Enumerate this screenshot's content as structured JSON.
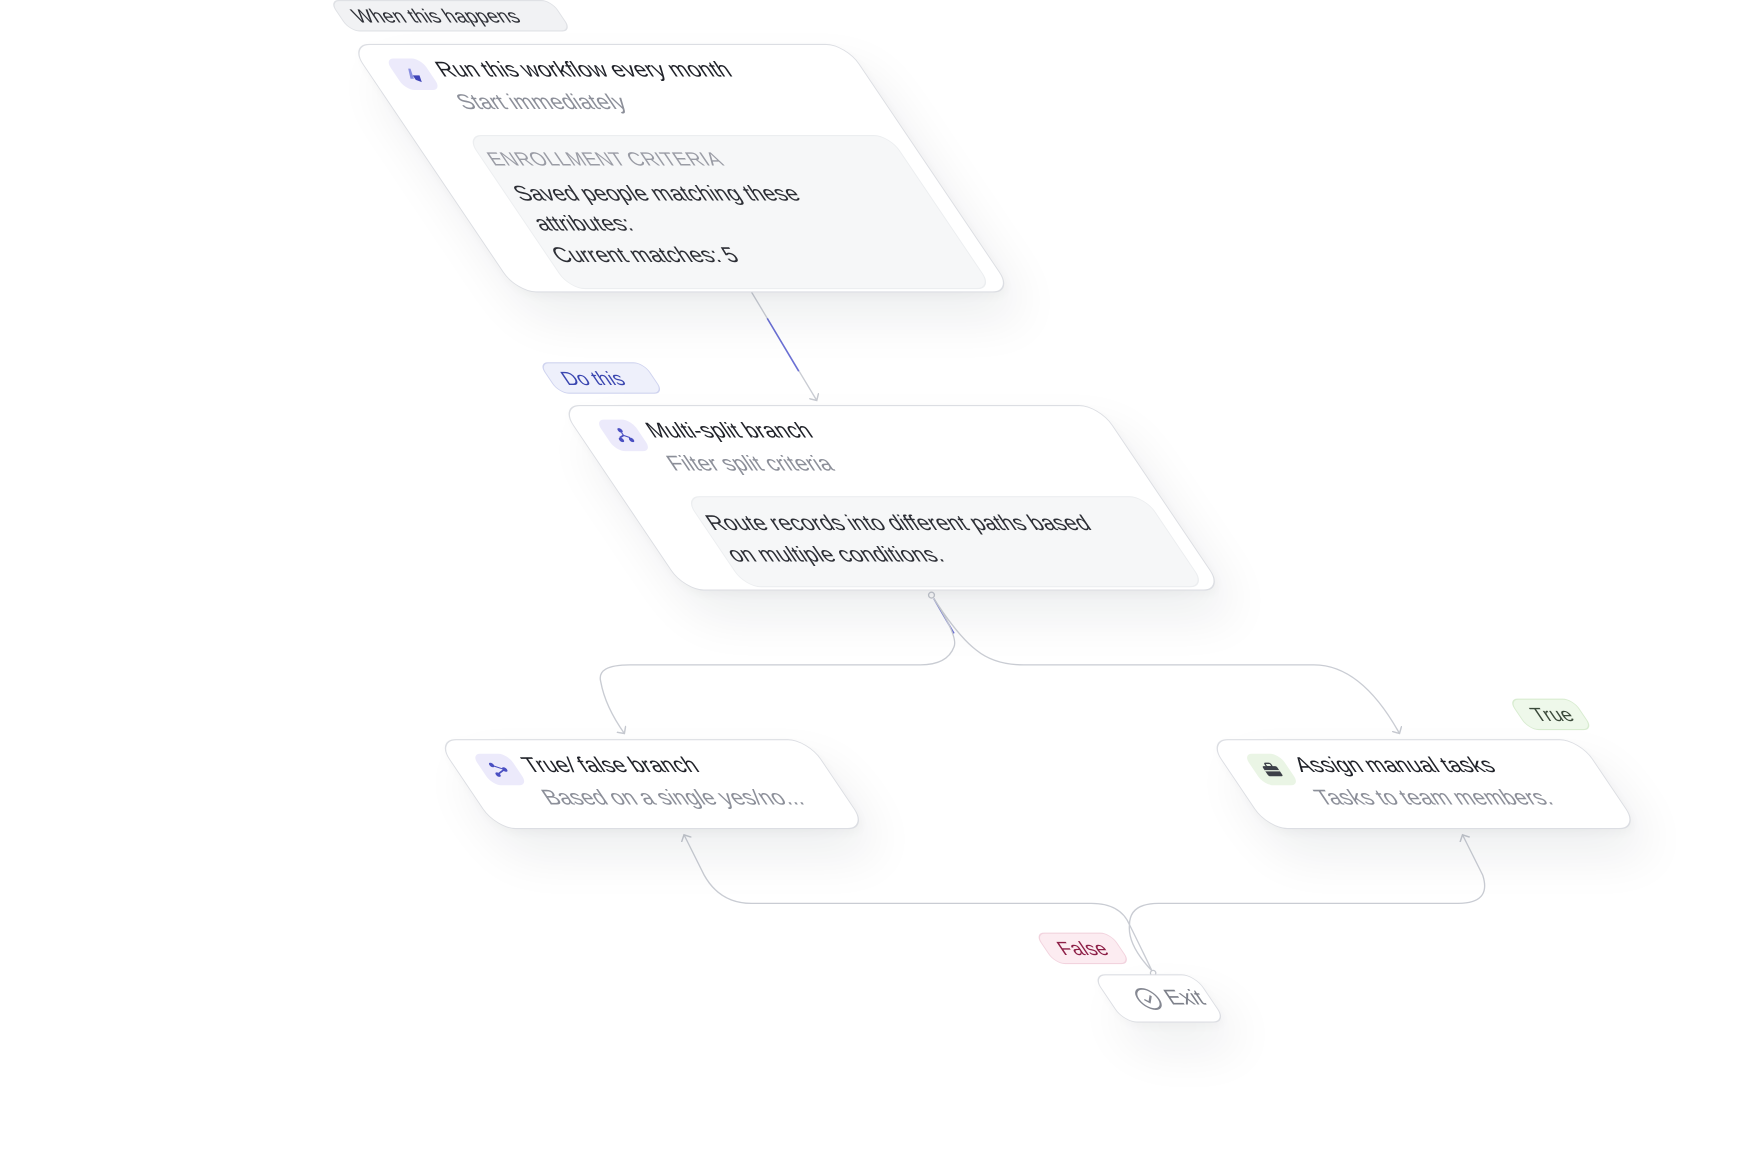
{
  "labels": {
    "trigger": "When this happens",
    "action": "Do this",
    "true": "True",
    "false": "False"
  },
  "trigger_card": {
    "icon": "trigger-icon",
    "title": "Run this workflow every month",
    "subtitle": "Start immediately",
    "criteria_heading": "ENROLLMENT CRITERIA",
    "criteria_line1": "Saved people matching these",
    "criteria_line2": "attributes:",
    "criteria_line3": "Current matches: 5"
  },
  "multi_split_card": {
    "icon": "branch-icon",
    "title": "Multi-split branch",
    "subtitle": "Filter split criteria",
    "body_line1": "Route records into different paths based",
    "body_line2": "on multiple conditions."
  },
  "true_false_card": {
    "icon": "branch-icon",
    "title": "True/ false branch",
    "subtitle": "Based on a single yes/no..."
  },
  "tasks_card": {
    "icon": "briefcase-icon",
    "title": "Assign manual tasks",
    "subtitle": "Tasks to team members."
  },
  "exit_node": {
    "icon": "check-circle-icon",
    "label": "Exit"
  },
  "colors": {
    "accent": "#4a4fc2",
    "connector": "#c9ccd3",
    "true": "#eef8ea",
    "false": "#fcecf1"
  }
}
